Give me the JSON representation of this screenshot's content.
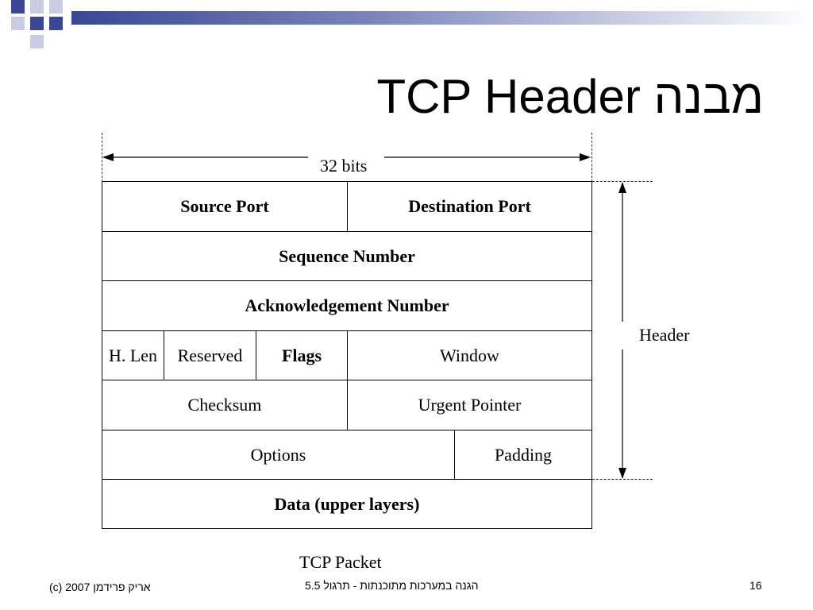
{
  "title": "TCP Header מבנה",
  "width_label": "32 bits",
  "header_label": "Header",
  "caption": "TCP Packet",
  "rows": {
    "row1": [
      "Source Port",
      "Destination Port"
    ],
    "row2": [
      "Sequence Number"
    ],
    "row3": [
      "Acknowledgement Number"
    ],
    "row4": [
      "H. Len",
      "Reserved",
      "Flags",
      "Window"
    ],
    "row5": [
      "Checksum",
      "Urgent Pointer"
    ],
    "row6": [
      "Options",
      "Padding"
    ],
    "row7": [
      "Data (upper layers)"
    ]
  },
  "footer": {
    "left": "אריק פרידמן 2007 (c)",
    "center": "הגנה במערכות מתוכנתות - תרגול 5.5",
    "page": "16"
  },
  "colors": {
    "accent_dark": "#3a4795",
    "accent_light": "#c9cde3"
  }
}
